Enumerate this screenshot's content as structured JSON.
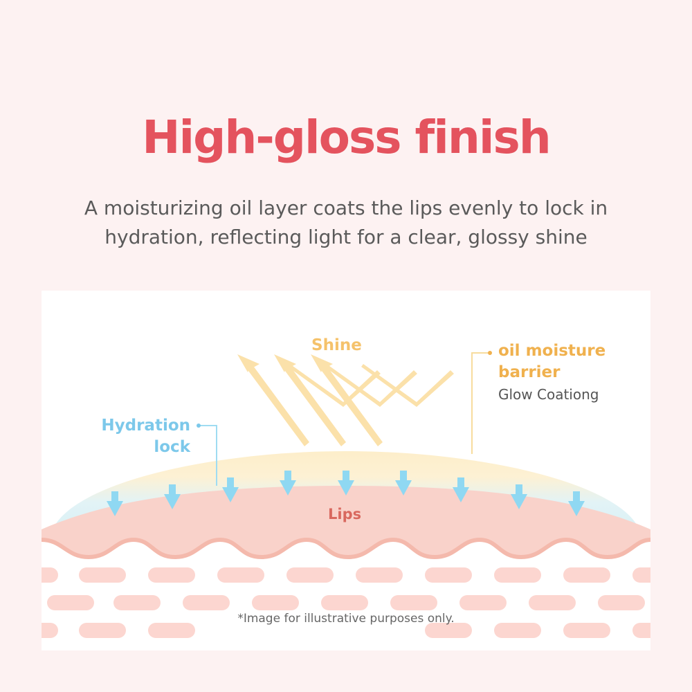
{
  "title": "High-gloss finish",
  "subtitle": "A moisturizing oil layer coats the lips evenly to lock in hydration, reflecting light for a clear, glossy shine",
  "diagram": {
    "shine_label": "Shine",
    "oil_label": "oil moisture barrier",
    "oil_sublabel": "Glow Coationg",
    "hydration_label": "Hydration lock",
    "lips_label": "Lips",
    "note": "*Image for illustrative purposes only."
  },
  "colors": {
    "title": "#e4535e",
    "shine": "#f5c26b",
    "oil": "#f0b14e",
    "hydration": "#7cc8ea",
    "lips_text": "#d9685e",
    "lips_fill": "#f9d2ca",
    "skin_cells": "#fcd6d0"
  },
  "icons": [
    "shine-arrow-icon",
    "hydration-arrow-icon",
    "callout-dot-icon"
  ]
}
